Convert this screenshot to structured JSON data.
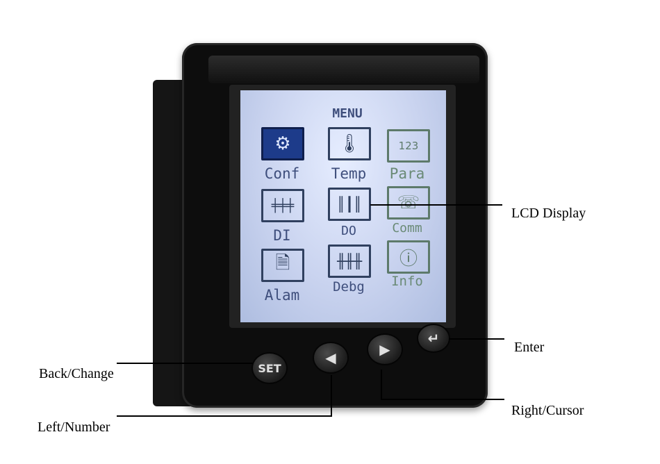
{
  "lcd": {
    "title": "MENU",
    "items": [
      {
        "label": "Conf",
        "icon": "gear-icon",
        "glyph": "⚙",
        "selected": true
      },
      {
        "label": "Temp",
        "icon": "thermometer-icon",
        "glyph": "🌡"
      },
      {
        "label": "Para",
        "icon": "number-display-icon",
        "glyph": "123"
      },
      {
        "label": "DI",
        "icon": "digital-input-icon",
        "glyph": "╪╪╪"
      },
      {
        "label": "DO",
        "icon": "digital-output-icon",
        "glyph": "║┃║"
      },
      {
        "label": "Comm",
        "icon": "phone-icon",
        "glyph": "☏"
      },
      {
        "label": "Alam",
        "icon": "document-icon",
        "glyph": "🗎"
      },
      {
        "label": "Debg",
        "icon": "sliders-icon",
        "glyph": "╫╫╫"
      },
      {
        "label": "Info",
        "icon": "info-icon",
        "glyph": "ⓘ"
      }
    ]
  },
  "buttons": {
    "set": "SET",
    "left": "◀",
    "right": "▶",
    "enter": "↵"
  },
  "annotations": {
    "lcd_display": "LCD Display",
    "enter": "Enter",
    "back_change": "Back/Change",
    "left_number": "Left/Number",
    "right_cursor": "Right/Cursor"
  }
}
